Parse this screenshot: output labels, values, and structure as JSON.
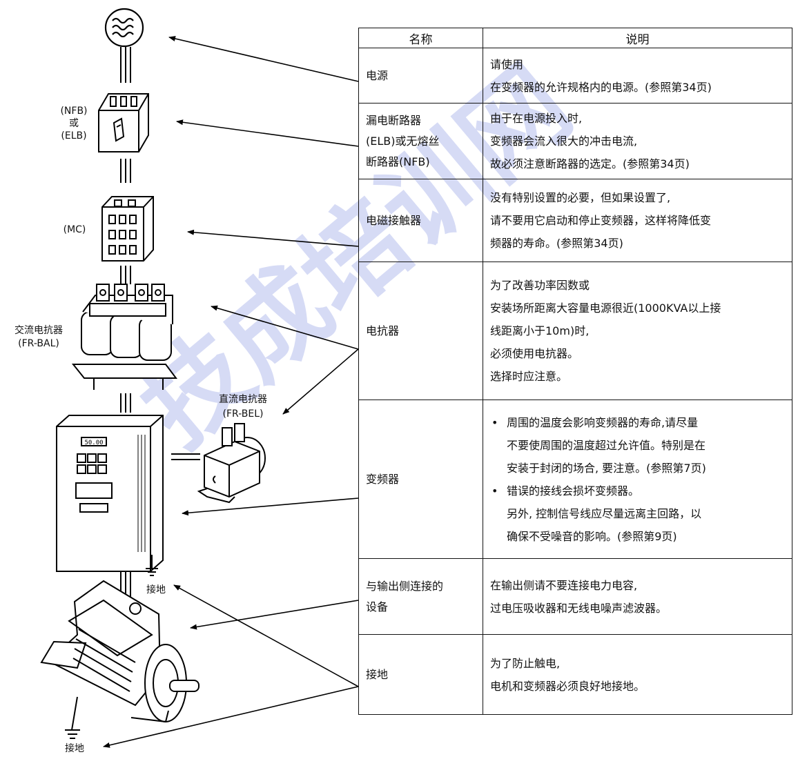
{
  "labels": {
    "nfb": "(NFB)",
    "or": "或",
    "elb": "(ELB)",
    "mc": "(MC)",
    "ac_reactor_line1": "交流电抗器",
    "ac_reactor_line2": "(FR-BAL)",
    "dc_reactor_line1": "直流电抗器",
    "dc_reactor_line2": "(FR-BEL)",
    "ground_inverter": "接地",
    "ground_motor": "接地",
    "display_value": "50.00"
  },
  "table": {
    "header": {
      "name": "名称",
      "desc": "说明"
    },
    "rows": [
      {
        "name": [
          "电源"
        ],
        "desc": [
          "请使用",
          "在变频器的允许规格内的电源。(参照第34页)"
        ]
      },
      {
        "name": [
          "漏电断路器",
          "(ELB)或无熔丝",
          "断路器(NFB)"
        ],
        "desc": [
          "由于在电源投入时,",
          "变频器会流入很大的冲击电流,",
          "故必须注意断路器的选定。(参照第34页)"
        ]
      },
      {
        "name": [
          "电磁接触器"
        ],
        "desc": [
          "没有特别设置的必要，但如果设置了,",
          "请不要用它启动和停止变频器，这样将降低变",
          "频器的寿命。(参照第34页)"
        ]
      },
      {
        "name": [
          "电抗器"
        ],
        "desc": [
          "为了改善功率因数或",
          "安装场所距离大容量电源很近(1000KVA以上接",
          "线距离小于10m)时,",
          "必须使用电抗器。",
          "选择时应注意。"
        ]
      },
      {
        "name": [
          "变频器"
        ],
        "bullets": [
          [
            "周围的温度会影响变频器的寿命,请尽量",
            "不要使周围的温度超过允许值。特别是在",
            "安装于封闭的场合, 要注意。(参照第7页)"
          ],
          [
            "错误的接线会损坏变频器。",
            "另外, 控制信号线应尽量远离主回路，以",
            "确保不受噪音的影响。(参照第9页)"
          ]
        ]
      },
      {
        "name": [
          "与输出侧连接的",
          "设备"
        ],
        "desc": [
          "在输出侧请不要连接电力电容,",
          "过电压吸收器和无线电噪声滤波器。"
        ]
      },
      {
        "name": [
          "接地"
        ],
        "desc": [
          "为了防止触电,",
          "电机和变频器必须良好地接地。"
        ]
      }
    ]
  },
  "watermark": "技成培训网"
}
